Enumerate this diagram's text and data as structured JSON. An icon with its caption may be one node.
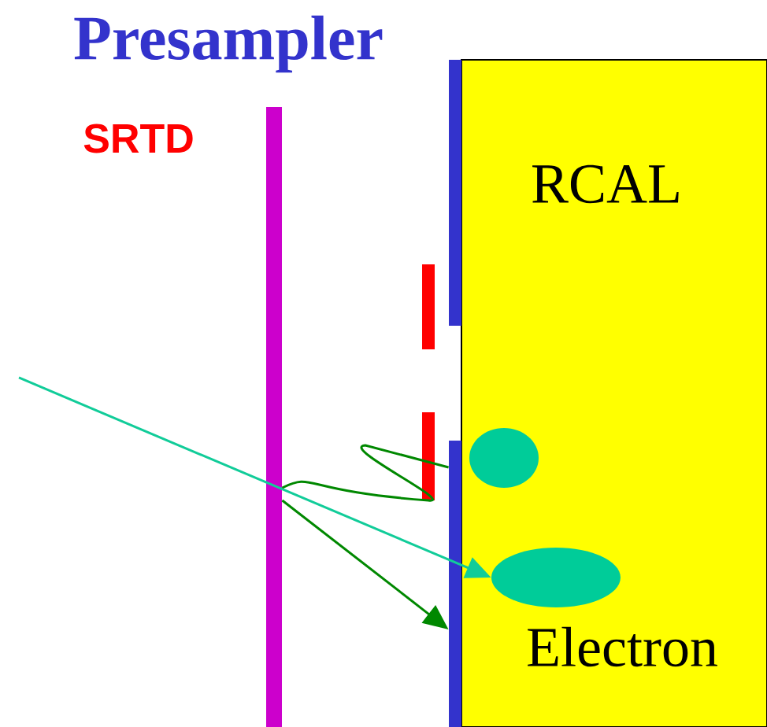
{
  "diagram": {
    "nodes": [
      {
        "text": [],
        "shape": "bar"
      },
      {
        "text": [],
        "shape": "bar"
      },
      {
        "text": [],
        "shape": "bar"
      },
      {
        "text": [],
        "shape": "bar"
      },
      {
        "text": [],
        "shape": "bar"
      },
      {
        "text": [
          "RCAL"
        ]
      },
      {
        "text": [],
        "shape": "circle",
        "in": 5
      },
      {
        "text": [],
        "shape": "circle",
        "in": 5,
        "beside": [
          "Electron"
        ]
      }
    ],
    "edges": [
      {
        "from": null,
        "to": 7,
        "arrow": "to",
        "color": "#11cc99"
      },
      {
        "from": 0,
        "to": 2,
        "arrow": "none"
      },
      {
        "from": 0,
        "to": 2,
        "arrow": "to"
      }
    ],
    "labels": [
      "Presampler",
      "SRTD"
    ]
  }
}
